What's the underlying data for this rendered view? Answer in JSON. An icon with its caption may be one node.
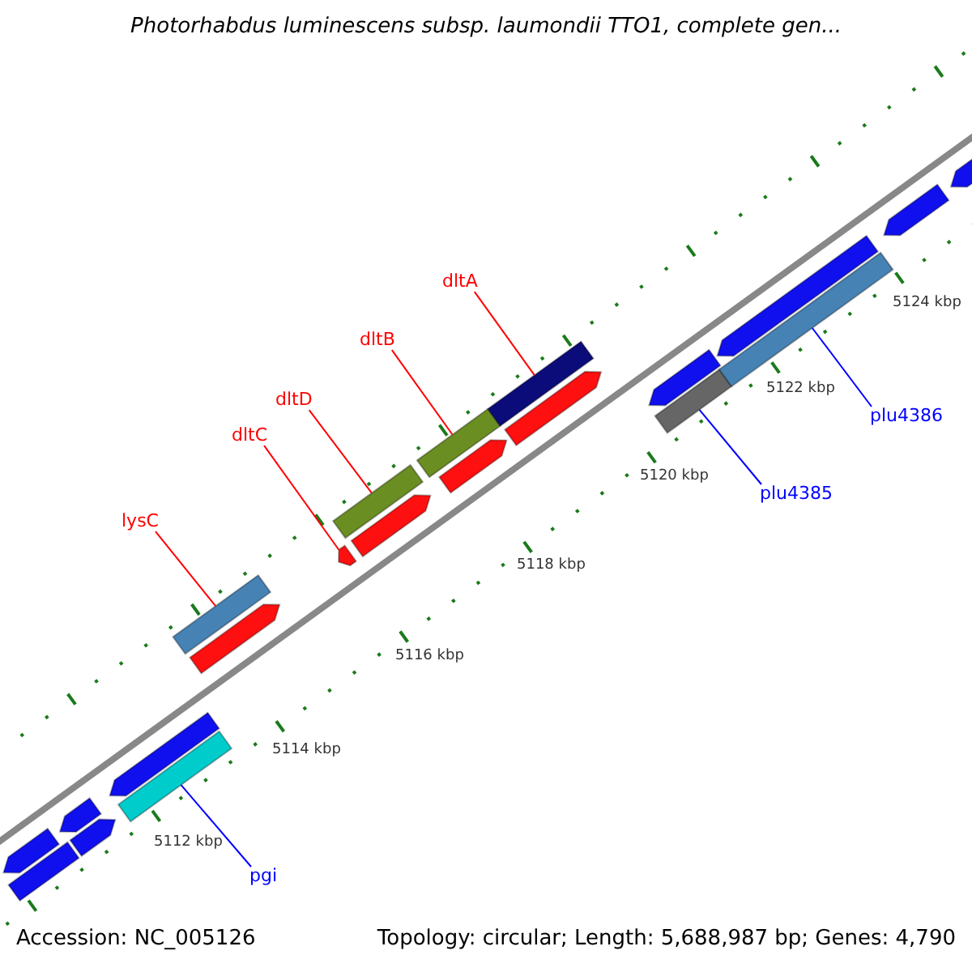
{
  "diagram": {
    "title": "Photorhabdus luminescens subsp. laumondii TTO1, complete gen...",
    "nodes": [
      {
        "text": [
          "dltA"
        ]
      },
      {
        "text": [
          "dltB"
        ]
      },
      {
        "text": [
          "dltD"
        ]
      },
      {
        "text": [
          "dltC"
        ]
      },
      {
        "text": [
          "lysC"
        ]
      },
      {
        "text": [
          "plu4386"
        ]
      },
      {
        "text": [
          "plu4385"
        ]
      },
      {
        "text": [
          "pgi"
        ]
      },
      {
        "text": [],
        "shape": "bar"
      },
      {
        "text": [],
        "shape": "pentagon"
      },
      {
        "text": [],
        "shape": "pentagon"
      },
      {
        "text": [],
        "shape": "pentagon"
      },
      {
        "text": [],
        "shape": "pentagon"
      },
      {
        "text": [],
        "shape": "bar"
      },
      {
        "text": [],
        "shape": "bar"
      },
      {
        "text": [],
        "shape": "pentagon"
      },
      {
        "text": [],
        "shape": "pentagon"
      },
      {
        "text": [],
        "shape": "bar"
      },
      {
        "text": [],
        "shape": "pentagon"
      },
      {
        "text": [],
        "shape": "bar"
      },
      {
        "text": [],
        "shape": "pentagon"
      },
      {
        "text": [],
        "shape": "bar"
      },
      {
        "text": [],
        "shape": "pentagon"
      },
      {
        "text": [],
        "shape": "bar"
      },
      {
        "text": [],
        "shape": "pentagon"
      },
      {
        "text": [],
        "shape": "bar"
      },
      {
        "text": [],
        "shape": "pentagon"
      },
      {
        "text": [],
        "shape": "pentagon"
      },
      {
        "text": [],
        "shape": "pentagon"
      }
    ],
    "edges": [
      {
        "from": 0,
        "to": 21,
        "arrow": "none"
      },
      {
        "from": 1,
        "to": 19,
        "arrow": "none"
      },
      {
        "from": 2,
        "to": 17,
        "arrow": "none"
      },
      {
        "from": 3,
        "to": 16,
        "arrow": "none"
      },
      {
        "from": 4,
        "to": 14,
        "arrow": "none"
      },
      {
        "from": 5,
        "to": 25,
        "arrow": "none",
        "color": "#0000ff"
      },
      {
        "from": 6,
        "to": 23,
        "arrow": "none",
        "color": "#0000ff"
      },
      {
        "from": 7,
        "to": 13,
        "arrow": "none",
        "color": "#0000ff"
      }
    ],
    "labels": [
      "5124 kbp",
      "5122 kbp",
      "5120 kbp",
      "5118 kbp",
      "5116 kbp",
      "5114 kbp",
      "5112 kbp",
      "Accession: NC_005126",
      "Topology: circular; Length: 5,688,987 bp; Genes: 4,790"
    ]
  }
}
